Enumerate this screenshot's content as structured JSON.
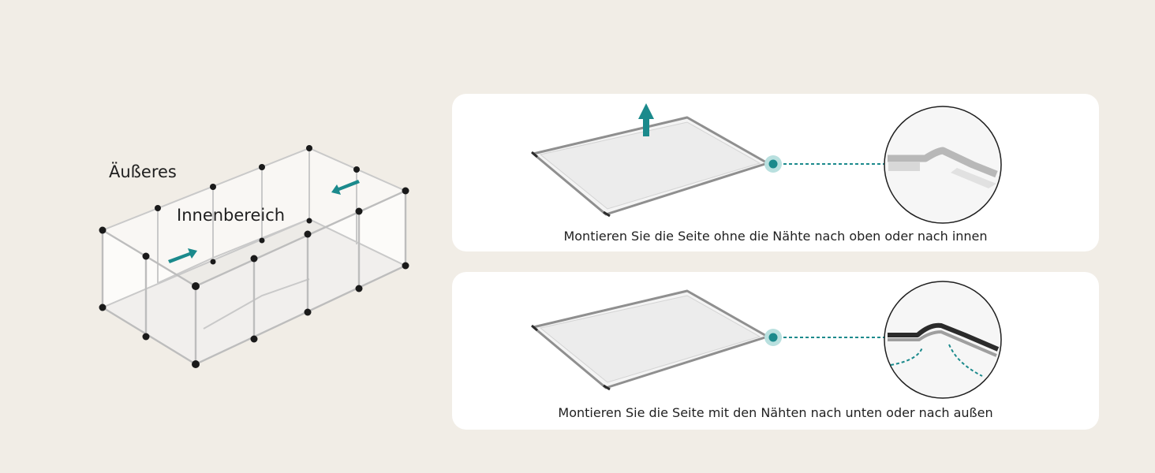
{
  "labels": {
    "outer": "Äußeres",
    "inner": "Innenbereich"
  },
  "instructions": [
    {
      "caption": "Montieren Sie die Seite ohne die Nähte nach oben oder nach innen"
    },
    {
      "caption": "Montieren Sie die Seite mit den Nähten nach unten oder nach außen"
    }
  ],
  "colors": {
    "background": "#f1ede6",
    "card": "#ffffff",
    "accent": "#1b8a8c",
    "accent_light": "#b9e0df",
    "frame": "#9a9a9a",
    "seam_dark": "#2b2b2b",
    "text": "#1f1f1f"
  },
  "icons": {
    "direction_arrow": "teal-arrow-icon",
    "detail_marker": "teal-dot-marker-icon"
  }
}
